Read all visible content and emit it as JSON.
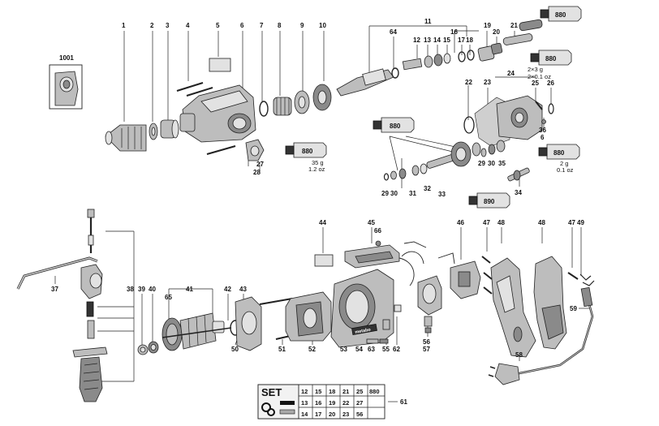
{
  "part_labels": [
    "1",
    "2",
    "3",
    "4",
    "5",
    "6",
    "7",
    "8",
    "9",
    "10",
    "11",
    "64",
    "12",
    "13",
    "14",
    "15",
    "16",
    "17",
    "18",
    "19",
    "20",
    "21",
    "880",
    "880",
    "2×3 g",
    "2×0.1 oz",
    "22",
    "23",
    "24",
    "25",
    "26",
    "36",
    "6",
    "880",
    "35 g",
    "1.2 oz",
    "27",
    "28",
    "1001",
    "29",
    "30",
    "31",
    "32",
    "33",
    "880",
    "890",
    "29",
    "30",
    "35",
    "880",
    "2 g",
    "0.1 oz",
    "34",
    "44",
    "45",
    "66",
    "46",
    "47",
    "48",
    "48",
    "47",
    "49",
    "37",
    "38",
    "39",
    "40",
    "41",
    "42",
    "43",
    "65",
    "50",
    "51",
    "52",
    "53",
    "54",
    "63",
    "55",
    "62",
    "56",
    "57",
    "58",
    "59",
    "61"
  ],
  "brand_text": "metabo",
  "set_table": {
    "badge": "SET",
    "rows": [
      [
        "12",
        "15",
        "18",
        "21",
        "25",
        "880"
      ],
      [
        "13",
        "16",
        "19",
        "22",
        "27",
        ""
      ],
      [
        "14",
        "17",
        "20",
        "23",
        "56",
        ""
      ]
    ]
  }
}
